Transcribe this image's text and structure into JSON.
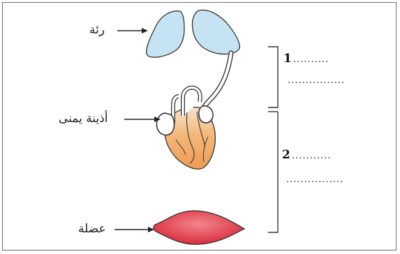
{
  "labels": {
    "lung": "رئة",
    "right_atrium": "أذينة يمنى",
    "muscle": "عضلة"
  },
  "blanks": [
    {
      "number": "1",
      "line1": "..........",
      "line2": "................"
    },
    {
      "number": "2",
      "line1": "...........",
      "line2": "................"
    }
  ],
  "colors": {
    "lung": "#c5e3f2",
    "heart_bottom": "#f1a35c",
    "muscle": "#e2434f",
    "outline": "#333333"
  }
}
